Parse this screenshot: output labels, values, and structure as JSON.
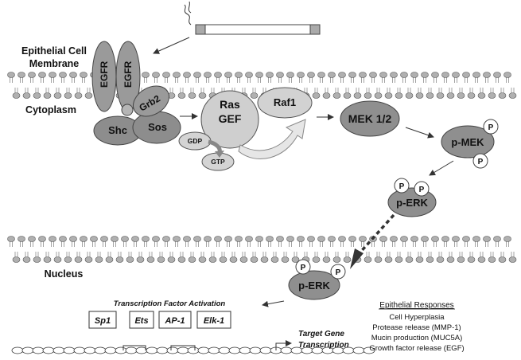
{
  "labels": {
    "membrane_line1": "Epithelial Cell",
    "membrane_line2": "Membrane",
    "cytoplasm": "Cytoplasm",
    "nucleus": "Nucleus"
  },
  "proteins": {
    "egfr_left": "EGFR",
    "egfr_right": "EGFR",
    "grb2": "Grb2",
    "shc": "Shc",
    "sos": "Sos",
    "ras_gef_line1": "Ras",
    "ras_gef_line2": "GEF",
    "gdp": "GDP",
    "gtp": "GTP",
    "raf1": "Raf1",
    "mek": "MEK 1/2",
    "pmek": "p-MEK",
    "perk_cyto": "p-ERK",
    "perk_nuc": "p-ERK",
    "phospho": "P"
  },
  "transcription": {
    "title": "Transcription Factor Activation",
    "factors": [
      "Sp1",
      "Ets",
      "AP-1",
      "Elk-1"
    ],
    "target_line1": "Target Gene",
    "target_line2": "Transcription"
  },
  "responses": {
    "title": "Epithelial Responses",
    "items": [
      "Cell Hyperplasia",
      "Protease release (MMP-1)",
      "Mucin production (MUC5A)",
      "Growth factor release (EGF)"
    ]
  }
}
